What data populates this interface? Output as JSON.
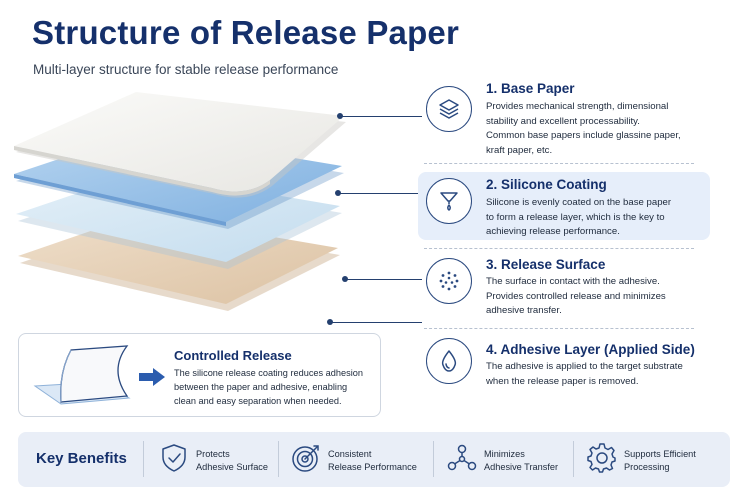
{
  "header": {
    "title": "Structure of Release Paper",
    "subtitle": "Multi-layer structure for stable release performance"
  },
  "layers": [
    {
      "title": "1. Base Paper",
      "icon": "layers-icon",
      "desc_lines": [
        "Provides mechanical  strength, dimensional",
        "stability and excellent processability.",
        "Common base papers include glassine paper,",
        "kraft paper, etc."
      ]
    },
    {
      "title": "2. Silicone Coating",
      "icon": "funnel-drop-icon",
      "desc_lines": [
        "Silicone is evenly coated on the base paper",
        "to form a release layer, which is the key to",
        "achieving release performance."
      ]
    },
    {
      "title": "3. Release Surface",
      "icon": "dots-circle-icon",
      "desc_lines": [
        "The surface in contact with the adhesive.",
        "Provides controlled release and minimizes",
        "adhesive transfer."
      ]
    },
    {
      "title": "4. Adhesive Layer (Applied Side)",
      "icon": "drop-icon",
      "desc_lines": [
        "The adhesive is applied to the target substrate",
        "when the release paper is removed."
      ]
    }
  ],
  "controlled_release": {
    "title": "Controlled Release",
    "desc_lines": [
      "The silicone release coating reduces adhesion",
      "between the paper and adhesive, enabling",
      "clean and easy separation when needed."
    ]
  },
  "benefits": {
    "title": "Key Benefits",
    "items": [
      {
        "line1": "Protects",
        "line2": "Adhesive Surface",
        "icon": "shield-check-icon"
      },
      {
        "line1": "Consistent",
        "line2": "Release Performance",
        "icon": "target-icon"
      },
      {
        "line1": "Minimizes",
        "line2": "Adhesive Transfer",
        "icon": "molecule-icon"
      },
      {
        "line1": "Supports Efficient",
        "line2": "Processing",
        "icon": "gear-icon"
      }
    ]
  },
  "colors": {
    "navy": "#15306b",
    "accent_blue": "#2b5cae",
    "highlight_bg": "#e6eefa",
    "benefits_bg": "#e9eef7",
    "base_paper": "#f4f4f2",
    "silicone": "#9cc3e8",
    "release_surface": "#d4e6f3",
    "adhesive": "#e8d3bc"
  }
}
